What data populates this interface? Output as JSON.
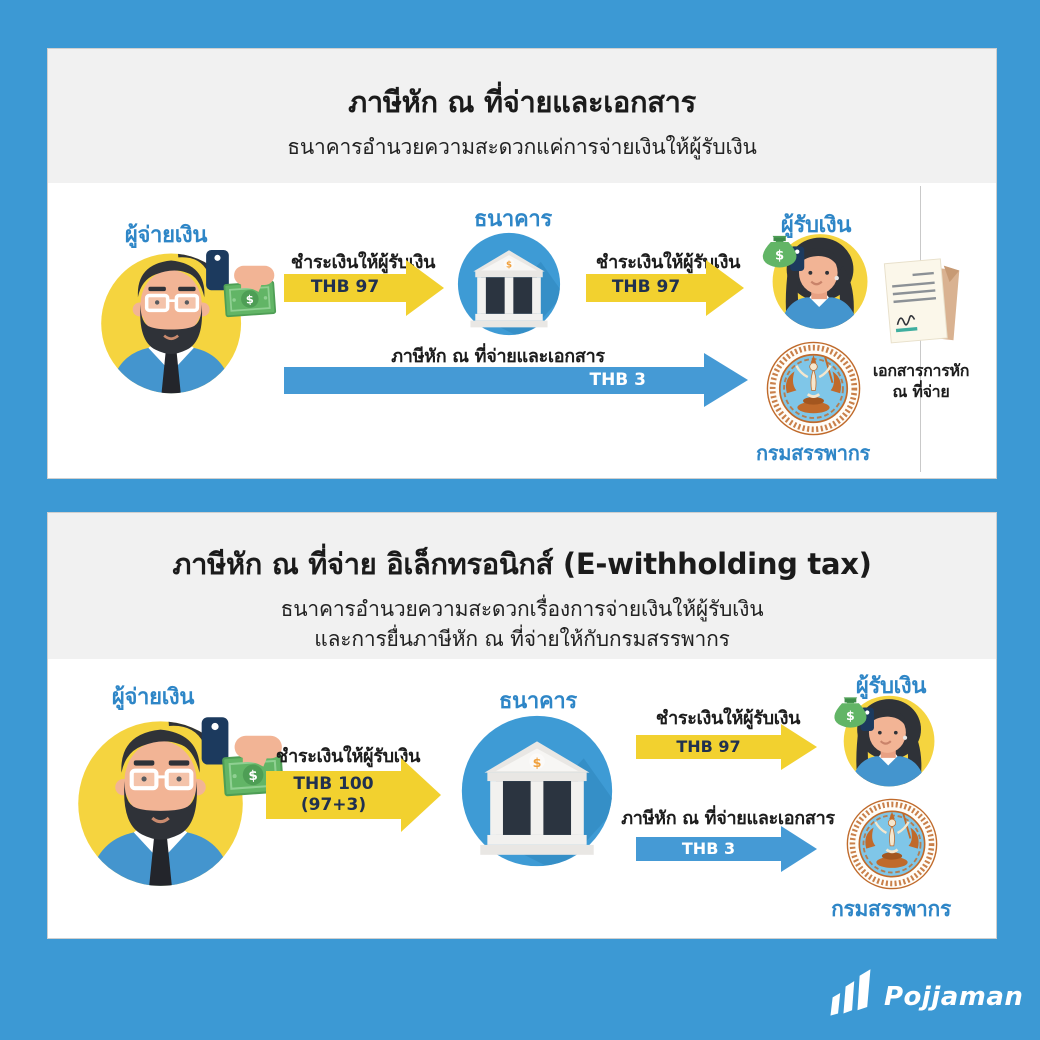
{
  "colors": {
    "background_blue": "#3C99D4",
    "panel_header_gray": "#F1F1F1",
    "actor_label_blue": "#2E86C7",
    "arrow_yellow": "#F2D12F",
    "arrow_blue": "#459AD5",
    "amount_navy": "#20304F",
    "avatar_circle_yellow": "#F5D43F"
  },
  "panel1": {
    "title": "ภาษีหัก ณ ที่จ่ายและเอกสาร",
    "subtitle": "ธนาคารอำนวยความสะดวกแค่การจ่ายเงินให้ผู้รับเงิน",
    "payer_label": "ผู้จ่ายเงิน",
    "bank_label": "ธนาคาร",
    "receiver_label": "ผู้รับเงิน",
    "revenue_label": "กรมสรรพากร",
    "pay_arrow_1": {
      "label": "ชำระเงินให้ผู้รับเงิน",
      "amount": "THB 97"
    },
    "pay_arrow_2": {
      "label": "ชำระเงินให้ผู้รับเงิน",
      "amount": "THB 97"
    },
    "tax_arrow": {
      "label": "ภาษีหัก ณ ที่จ่ายและเอกสาร",
      "amount": "THB 3"
    },
    "document_label_line1": "เอกสารการหัก",
    "document_label_line2": "ณ ที่จ่าย"
  },
  "panel2": {
    "title": "ภาษีหัก ณ ที่จ่าย อิเล็กทรอนิกส์ (E-withholding tax)",
    "subtitle_line1": "ธนาคารอำนวยความสะดวกเรื่องการจ่ายเงินให้ผู้รับเงิน",
    "subtitle_line2": "และการยื่นภาษีหัก ณ ที่จ่ายให้กับกรมสรรพากร",
    "payer_label": "ผู้จ่ายเงิน",
    "bank_label": "ธนาคาร",
    "receiver_label": "ผู้รับเงิน",
    "revenue_label": "กรมสรรพากร",
    "pay_arrow": {
      "label": "ชำระเงินให้ผู้รับเงิน",
      "amount_line1": "THB 100",
      "amount_line2": "(97+3)"
    },
    "receive_arrow": {
      "label": "ชำระเงินให้ผู้รับเงิน",
      "amount": "THB 97"
    },
    "tax_arrow": {
      "label": "ภาษีหัก ณ ที่จ่ายและเอกสาร",
      "amount": "THB 3"
    }
  },
  "footer": {
    "brand": "Pojjaman"
  },
  "icons": {
    "payer_avatar": "man-paying-money-avatar",
    "bank": "bank-building-icon",
    "receiver_avatar": "woman-receiving-money-bag-avatar",
    "revenue_seal": "revenue-department-seal-icon",
    "document": "withholding-certificate-document-icon",
    "brand_logo": "pojjaman-bars-logo-icon"
  }
}
